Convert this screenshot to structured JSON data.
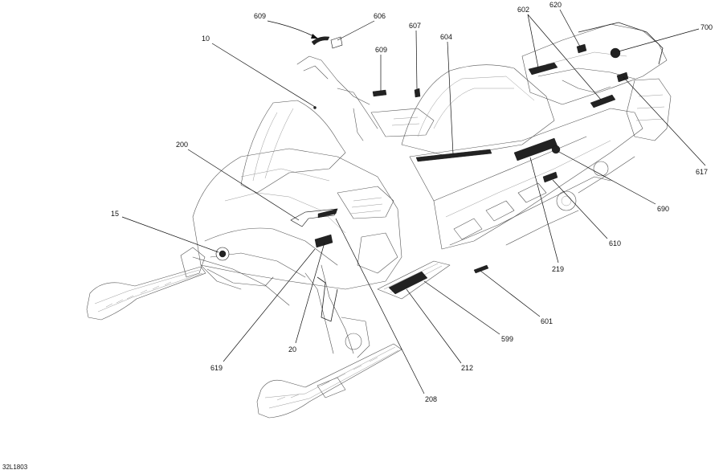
{
  "diagram": {
    "reference_code": "32L1803",
    "callouts": [
      {
        "id": "c-10",
        "label": "10"
      },
      {
        "id": "c-15",
        "label": "15"
      },
      {
        "id": "c-20",
        "label": "20"
      },
      {
        "id": "c-200",
        "label": "200"
      },
      {
        "id": "c-208",
        "label": "208"
      },
      {
        "id": "c-212",
        "label": "212"
      },
      {
        "id": "c-219",
        "label": "219"
      },
      {
        "id": "c-599",
        "label": "599"
      },
      {
        "id": "c-601",
        "label": "601"
      },
      {
        "id": "c-602",
        "label": "602"
      },
      {
        "id": "c-604",
        "label": "604"
      },
      {
        "id": "c-606",
        "label": "606"
      },
      {
        "id": "c-607",
        "label": "607"
      },
      {
        "id": "c-609a",
        "label": "609"
      },
      {
        "id": "c-609b",
        "label": "609"
      },
      {
        "id": "c-610",
        "label": "610"
      },
      {
        "id": "c-617",
        "label": "617"
      },
      {
        "id": "c-619",
        "label": "619"
      },
      {
        "id": "c-620",
        "label": "620"
      },
      {
        "id": "c-690",
        "label": "690"
      },
      {
        "id": "c-700",
        "label": "700"
      }
    ]
  }
}
